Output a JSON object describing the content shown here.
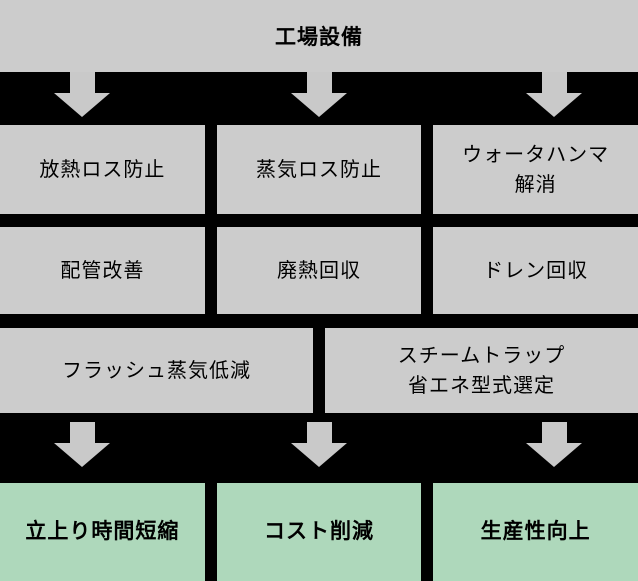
{
  "header": {
    "title": "工場設備"
  },
  "colors": {
    "background": "#000000",
    "box_gray": "#cccccc",
    "box_green": "#aed8bb",
    "arrow": "#c9c9c9",
    "text": "#000000"
  },
  "icons": {
    "down_arrow": "down-arrow-icon"
  },
  "measure_rows": [
    {
      "boxes": [
        {
          "label": "放熱ロス防止"
        },
        {
          "label": "蒸気ロス防止"
        },
        {
          "label": "ウォータハンマ\n解消"
        }
      ]
    },
    {
      "boxes": [
        {
          "label": "配管改善"
        },
        {
          "label": "廃熱回収"
        },
        {
          "label": "ドレン回収"
        }
      ]
    },
    {
      "boxes": [
        {
          "label": "フラッシュ蒸気低減"
        },
        {
          "label": "スチームトラップ\n省エネ型式選定"
        }
      ]
    }
  ],
  "results": {
    "boxes": [
      {
        "label": "立上り時間短縮"
      },
      {
        "label": "コスト削減"
      },
      {
        "label": "生産性向上"
      }
    ]
  }
}
